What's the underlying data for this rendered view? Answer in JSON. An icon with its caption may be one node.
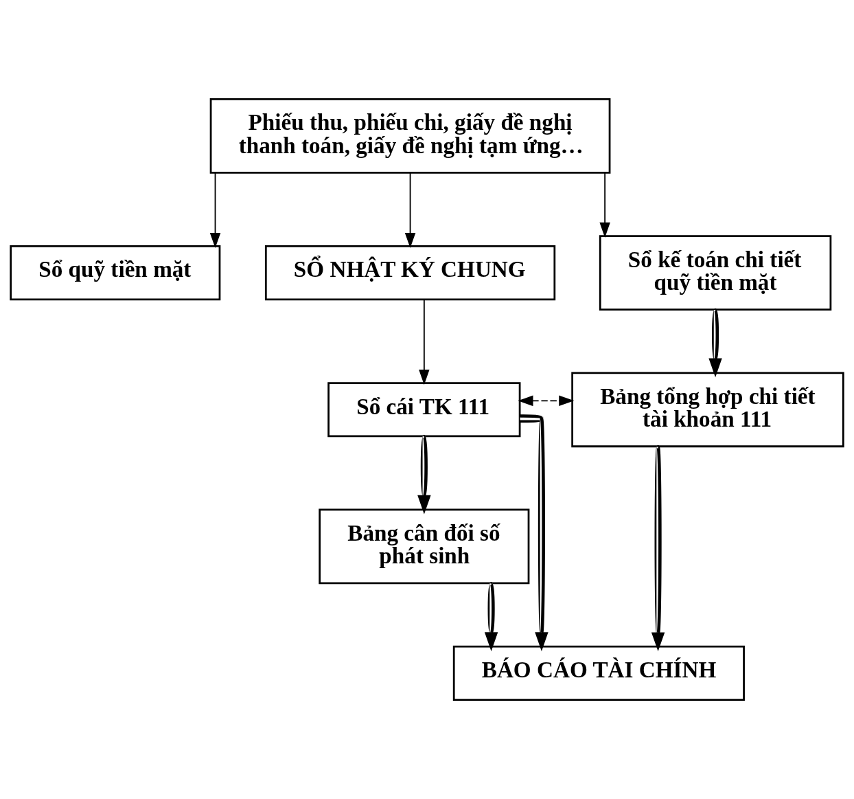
{
  "diagram": {
    "nodes": [
      {
        "text": [
          "Phiếu thu, phiếu chi, giấy đề nghị thanh toán, giấy đề nghị tạm ứng…"
        ]
      },
      {
        "text": [
          "Sổ quỹ tiền mặt"
        ]
      },
      {
        "text": [
          "SỔ NHẬT KÝ CHUNG"
        ]
      },
      {
        "text": [
          "Sổ kế toán chi tiết quỹ tiền mặt"
        ]
      },
      {
        "text": [
          "Sổ cái TK 111"
        ]
      },
      {
        "text": [
          "Bảng tổng hợp chi tiết tài khoản 111"
        ]
      },
      {
        "text": [
          "Bảng cân đối số phát sinh"
        ]
      },
      {
        "text": [
          "BÁO CÁO TÀI CHÍNH"
        ]
      }
    ],
    "edges": [
      {
        "from": 0,
        "to": 1,
        "arrow": "to"
      },
      {
        "from": 0,
        "to": 2,
        "arrow": "to"
      },
      {
        "from": 0,
        "to": 3,
        "arrow": "to"
      },
      {
        "from": 2,
        "to": 4,
        "arrow": "to"
      },
      {
        "from": 3,
        "to": 5,
        "arrow": "to",
        "style": "thick"
      },
      {
        "from": 4,
        "to": 5,
        "arrow": "both",
        "style": "dashed"
      },
      {
        "from": 4,
        "to": 6,
        "arrow": "to",
        "style": "thick"
      },
      {
        "from": 4,
        "to": 7,
        "arrow": "to",
        "style": "thick"
      },
      {
        "from": 6,
        "to": 7,
        "arrow": "to",
        "style": "thick"
      },
      {
        "from": 5,
        "to": 7,
        "arrow": "to",
        "style": "thick"
      }
    ]
  }
}
